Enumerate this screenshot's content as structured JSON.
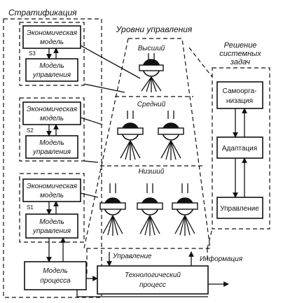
{
  "stratification": {
    "title": "Стратификация",
    "levels": [
      {
        "econ": [
          "Экономическая",
          "модель"
        ],
        "mgmt": [
          "Модель",
          "управления"
        ],
        "s_label": "S3"
      },
      {
        "econ": [
          "Экономическая",
          "модель"
        ],
        "mgmt": [
          "Модель",
          "управления"
        ],
        "s_label": "S2"
      },
      {
        "econ": [
          "Экономическая",
          "модель"
        ],
        "mgmt": [
          "Модель",
          "управления"
        ],
        "s_label": "S1"
      }
    ],
    "process_model": [
      "Модель",
      "процесса"
    ]
  },
  "control_levels": {
    "title": "Уровни управления",
    "highest": "Высший",
    "middle": "Средний",
    "lowest": "Низший"
  },
  "system_tasks": {
    "title": [
      "Решение",
      "системных",
      "задач"
    ],
    "self_organization": [
      "Самоорга-",
      "низация"
    ],
    "adaptation": "Адаптация",
    "control": "Управление"
  },
  "bottom": {
    "control_label": "Управление",
    "info_label": "Информация",
    "tech_process": [
      "Технологический",
      "процесс"
    ]
  }
}
